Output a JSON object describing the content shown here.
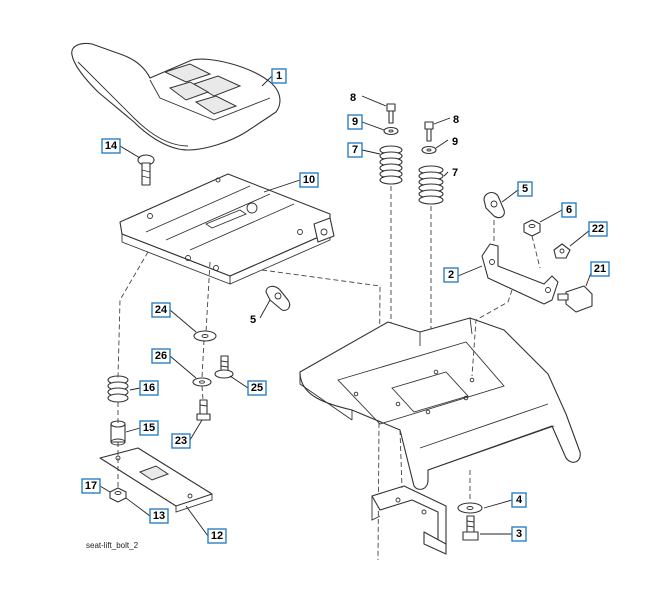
{
  "diagram": {
    "caption": "seat-lift_bolt_2",
    "callouts": {
      "c1": "1",
      "c14": "14",
      "c10": "10",
      "c8a": "8",
      "c8b": "8",
      "c9a": "9",
      "c9b": "9",
      "c7a": "7",
      "c7b": "7",
      "c5a": "5",
      "c6": "6",
      "c22": "22",
      "c2": "2",
      "c21": "21",
      "c5b": "5",
      "c24": "24",
      "c26": "26",
      "c25": "25",
      "c16": "16",
      "c15": "15",
      "c23": "23",
      "c17": "17",
      "c13": "13",
      "c12": "12",
      "c4": "4",
      "c3": "3"
    }
  }
}
